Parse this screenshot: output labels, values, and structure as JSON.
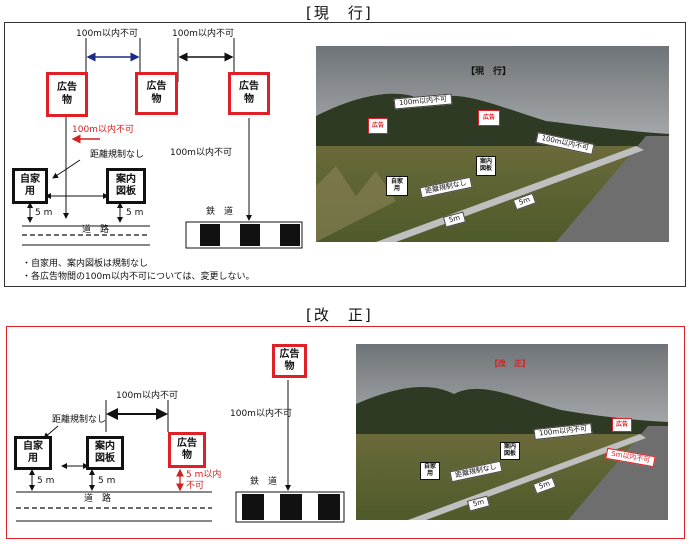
{
  "top": {
    "title": "[現　行]",
    "diagram": {
      "top_dim_1": "100m以内不可",
      "top_dim_2": "100m以内不可",
      "ad_1": "広告\n物",
      "ad_2": "広告\n物",
      "ad_3": "広告\n物",
      "red_dim": "100m以内不可",
      "no_limit": "距離規制なし",
      "rail_dim": "100m以内不可",
      "own_use": "自家\n用",
      "guide_board": "案内\n図板",
      "dist_left": "5 m",
      "dist_right": "5 m",
      "road": "道　路",
      "railway": "鉄　道"
    },
    "notes": [
      "・自家用、案内図板は規制なし",
      "・各広告物間の100m以内不可については、変更しない。"
    ],
    "photo": {
      "title": "【現　行】",
      "ad_left": "広告",
      "ad_right": "広告",
      "dim_100_a": "100m以内不可",
      "dim_100_b": "100m以内不可",
      "own_use": "自家\n用",
      "guide_board": "案内\n図板",
      "no_limit": "距離規制なし",
      "dist_a": "5m",
      "dist_b": "5m"
    }
  },
  "bottom": {
    "title": "[改　正]",
    "diagram": {
      "top_dim": "100m以内不可",
      "no_limit": "距離規制なし",
      "own_use": "自家\n用",
      "guide_board": "案内\n図板",
      "ad_1": "広告\n物",
      "ad_top": "広告\n物",
      "dist_left": "5 m",
      "dist_mid": "5 m",
      "dist_red": "5 m以内\n不可",
      "road": "道　路",
      "rail_dim": "100m以内不可",
      "railway": "鉄　道"
    },
    "photo": {
      "title": "【改　正】",
      "ad": "広告",
      "red_dim": "5m以内不可",
      "dim_100": "100m以内不可",
      "own_use": "自家\n用",
      "guide_board": "案内\n図板",
      "no_limit": "距離規制なし",
      "dist_a": "5m",
      "dist_b": "5m"
    }
  },
  "colors": {
    "red": "#e01f26",
    "black": "#111111",
    "frame": "#333333"
  }
}
